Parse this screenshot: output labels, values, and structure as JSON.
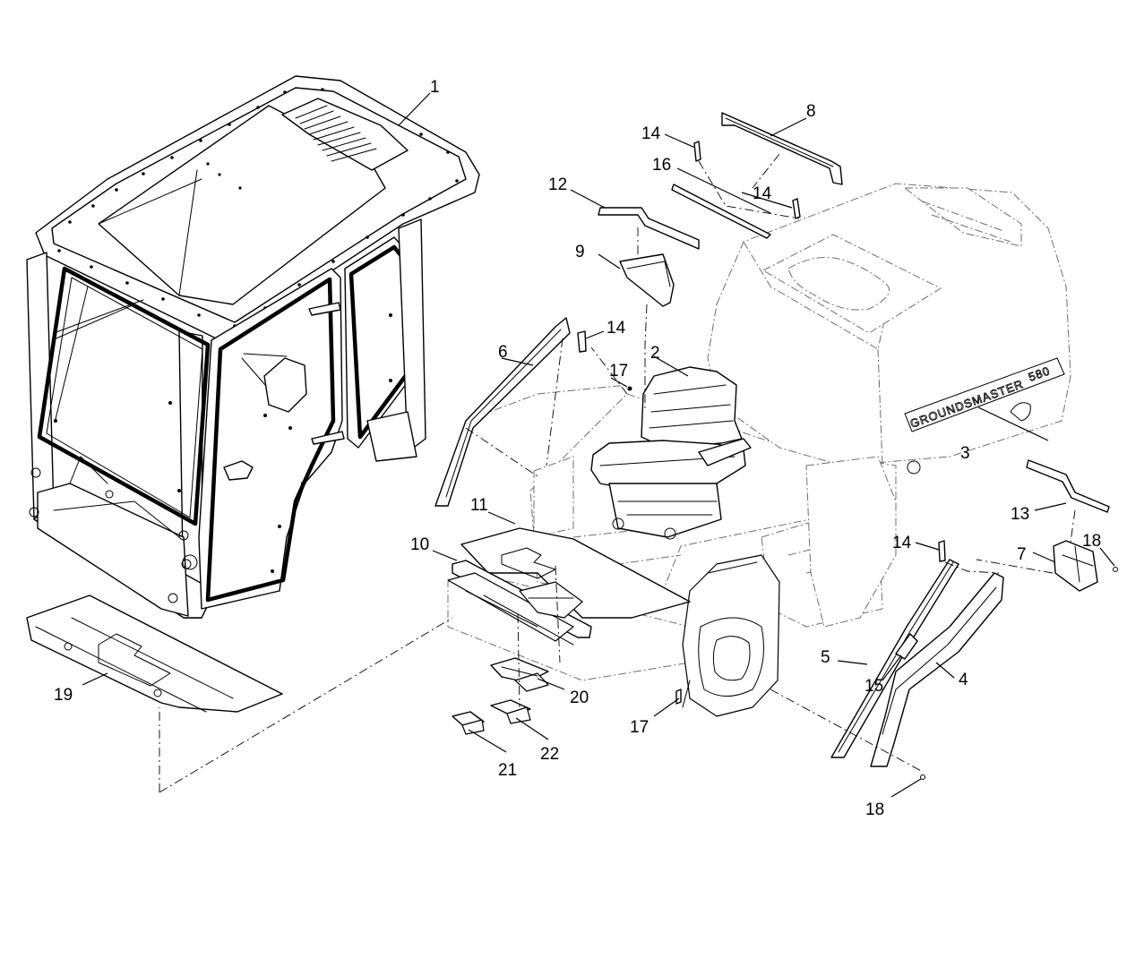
{
  "diagram": {
    "callouts": [
      {
        "id": "c1",
        "label": "1"
      },
      {
        "id": "c2",
        "label": "2"
      },
      {
        "id": "c3",
        "label": "3"
      },
      {
        "id": "c4",
        "label": "4"
      },
      {
        "id": "c5",
        "label": "5"
      },
      {
        "id": "c6",
        "label": "6"
      },
      {
        "id": "c7",
        "label": "7"
      },
      {
        "id": "c8",
        "label": "8"
      },
      {
        "id": "c9",
        "label": "9"
      },
      {
        "id": "c10",
        "label": "10"
      },
      {
        "id": "c11",
        "label": "11"
      },
      {
        "id": "c12",
        "label": "12"
      },
      {
        "id": "c13",
        "label": "13"
      },
      {
        "id": "c14a",
        "label": "14"
      },
      {
        "id": "c14b",
        "label": "14"
      },
      {
        "id": "c14c",
        "label": "14"
      },
      {
        "id": "c14d",
        "label": "14"
      },
      {
        "id": "c15",
        "label": "15"
      },
      {
        "id": "c16",
        "label": "16"
      },
      {
        "id": "c17a",
        "label": "17"
      },
      {
        "id": "c17b",
        "label": "17"
      },
      {
        "id": "c18a",
        "label": "18"
      },
      {
        "id": "c18b",
        "label": "18"
      },
      {
        "id": "c19",
        "label": "19"
      },
      {
        "id": "c20",
        "label": "20"
      },
      {
        "id": "c21",
        "label": "21"
      },
      {
        "id": "c22",
        "label": "22"
      }
    ],
    "hood_brand": "GROUNDSMASTER",
    "hood_model": "580"
  }
}
